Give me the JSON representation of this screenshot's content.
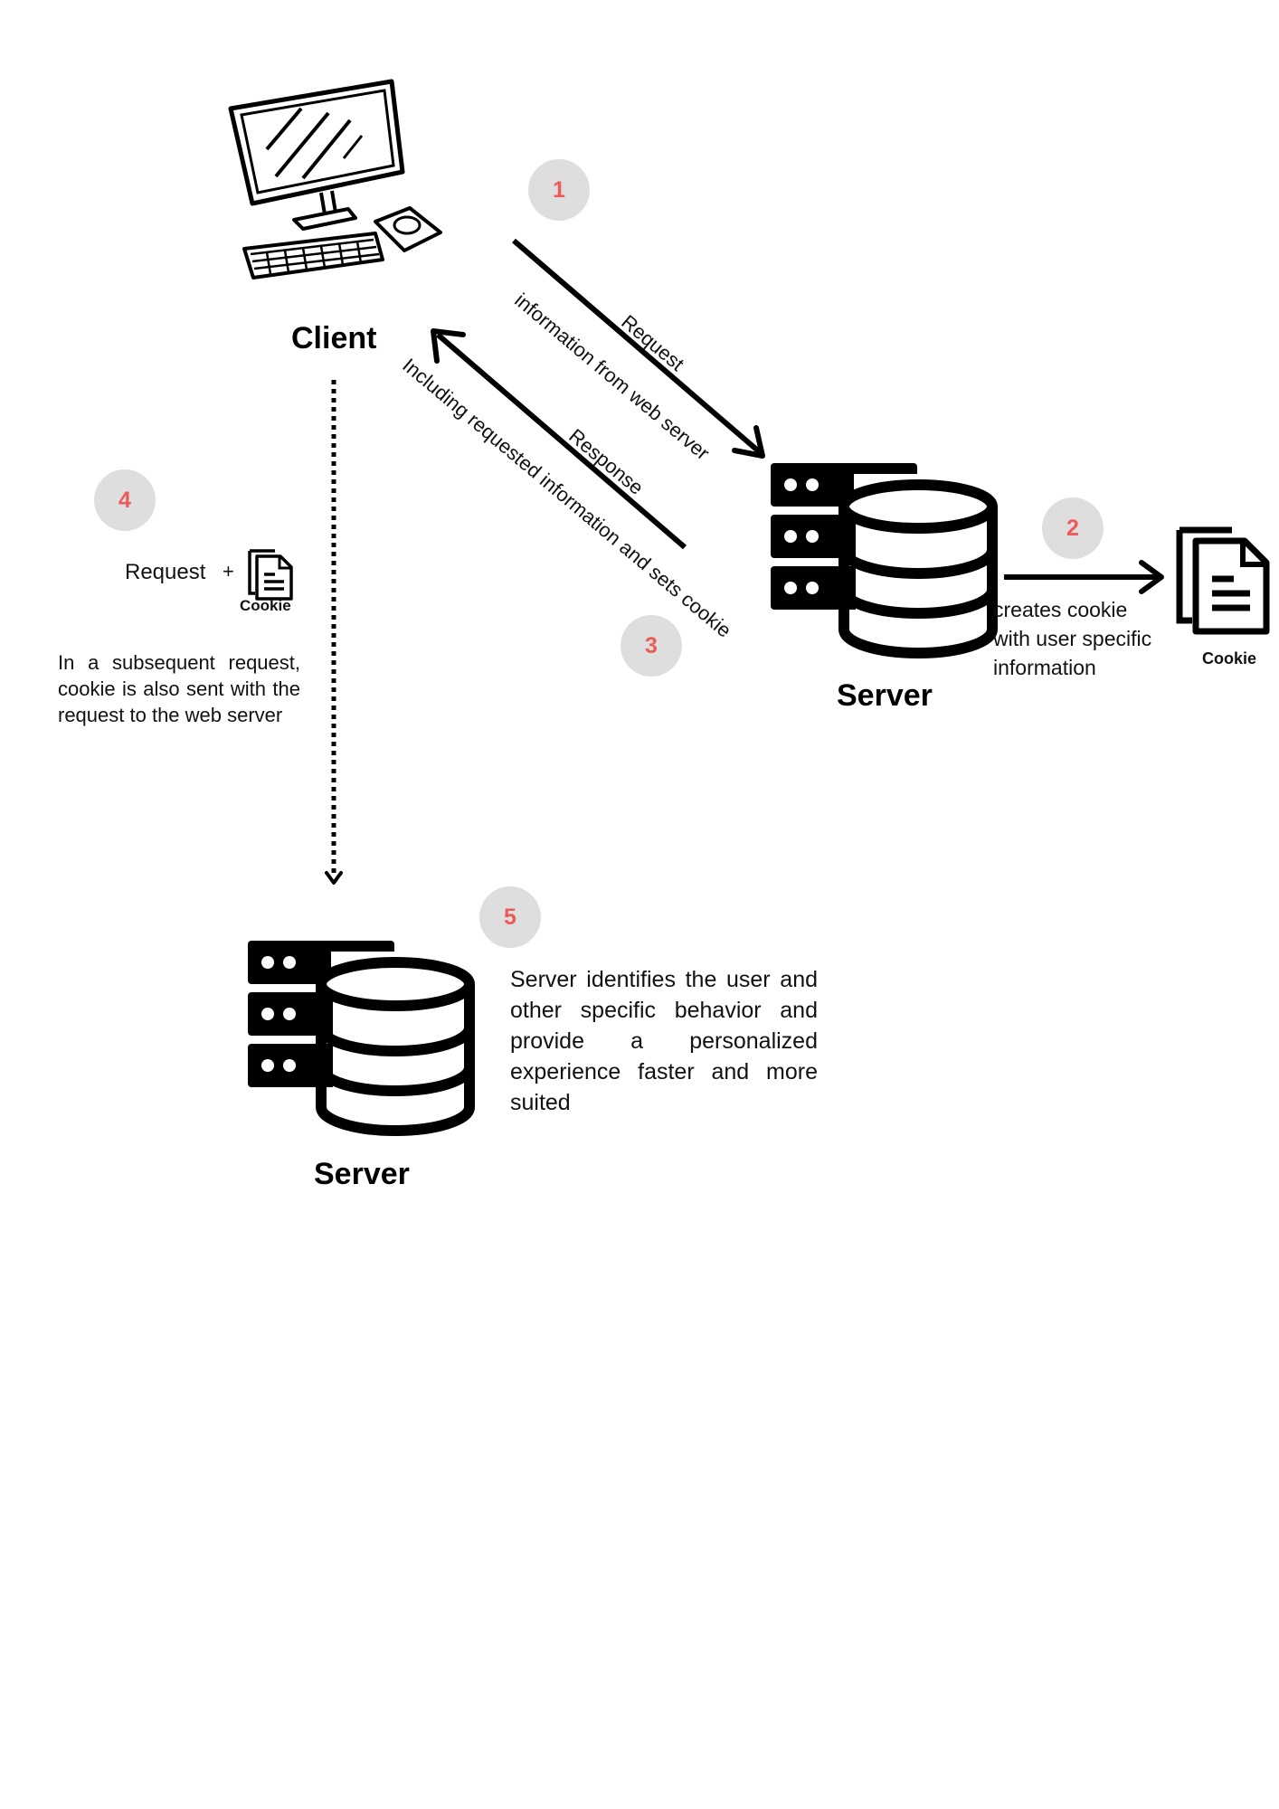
{
  "client": {
    "label": "Client"
  },
  "server_top": {
    "label": "Server"
  },
  "server_bottom": {
    "label": "Server"
  },
  "steps": {
    "s1": "1",
    "s2": "2",
    "s3": "3",
    "s4": "4",
    "s5": "5"
  },
  "arrows": {
    "request_title": "Request",
    "request_sub": "information from web server",
    "response_title": "Response",
    "response_sub": "Including requested information and sets cookie"
  },
  "step2_text": [
    "creates cookie",
    "with user specific",
    "information"
  ],
  "cookie_label": "Cookie",
  "step4": {
    "request": "Request",
    "plus": "+",
    "cookie_label": "Cookie",
    "description": "In a subsequent request, cookie is also sent with the request to the web server"
  },
  "step5_text": "Server identifies the user and other specific behavior and provide a personalized experience faster and more suited",
  "colors": {
    "badge_bg": "#dedede",
    "badge_text": "#ee5a5a",
    "ink": "#000000"
  }
}
